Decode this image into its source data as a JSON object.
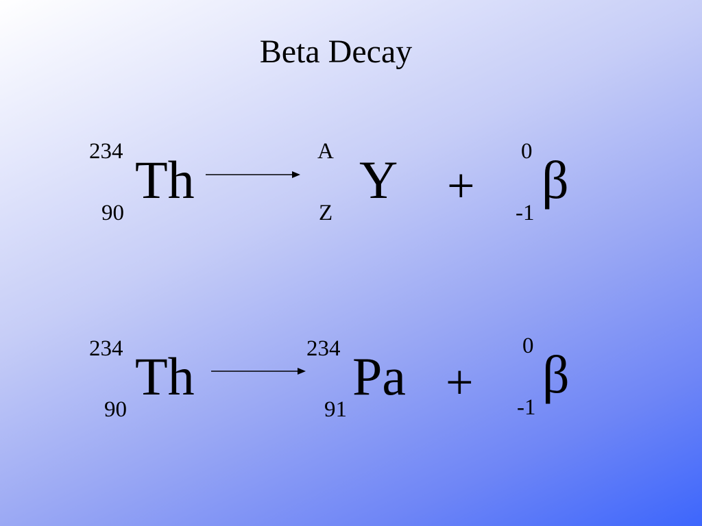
{
  "title": "Beta Decay",
  "equations": [
    {
      "reactant": {
        "mass": "234",
        "atomic": "90",
        "symbol": "Th"
      },
      "product": {
        "mass": "A",
        "atomic": "Z",
        "symbol": "Y"
      },
      "operator": "+",
      "particle": {
        "mass": "0",
        "atomic": "-1",
        "symbol": "β"
      }
    },
    {
      "reactant": {
        "mass": "234",
        "atomic": "90",
        "symbol": "Th"
      },
      "product": {
        "mass": "234",
        "atomic": "91",
        "symbol": "Pa"
      },
      "operator": "+",
      "particle": {
        "mass": "0",
        "atomic": "-1",
        "symbol": "β"
      }
    }
  ],
  "colors": {
    "gradient_start": "#ffffff",
    "gradient_end": "#3d66fc"
  }
}
